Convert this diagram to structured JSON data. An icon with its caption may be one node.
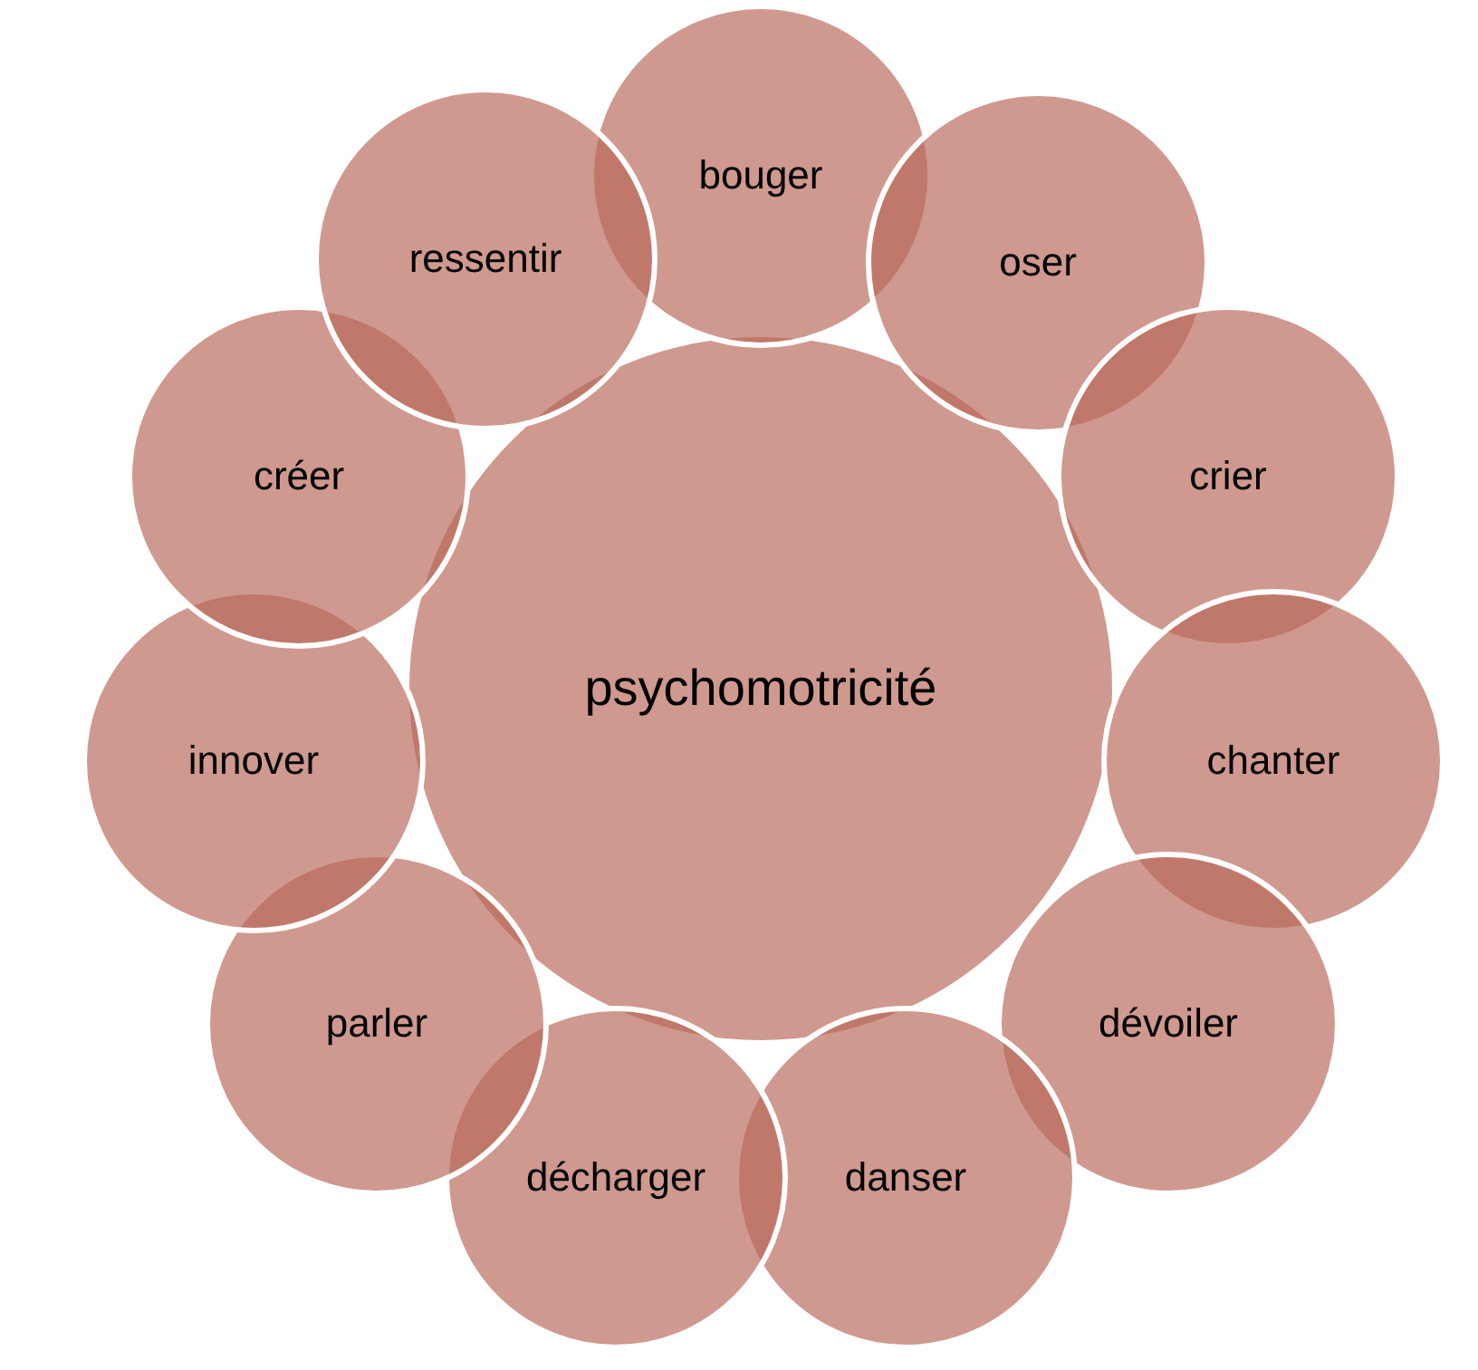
{
  "diagram": {
    "nodes": [
      {
        "text": [
          "psychomotricité"
        ]
      },
      {
        "text": [
          "bouger"
        ]
      },
      {
        "text": [
          "oser"
        ]
      },
      {
        "text": [
          "crier"
        ]
      },
      {
        "text": [
          "chanter"
        ]
      },
      {
        "text": [
          "dévoiler"
        ]
      },
      {
        "text": [
          "danser"
        ]
      },
      {
        "text": [
          "décharger"
        ]
      },
      {
        "text": [
          "parler"
        ]
      },
      {
        "text": [
          "innover"
        ]
      },
      {
        "text": [
          "créer"
        ]
      },
      {
        "text": [
          "ressentir"
        ]
      }
    ]
  }
}
